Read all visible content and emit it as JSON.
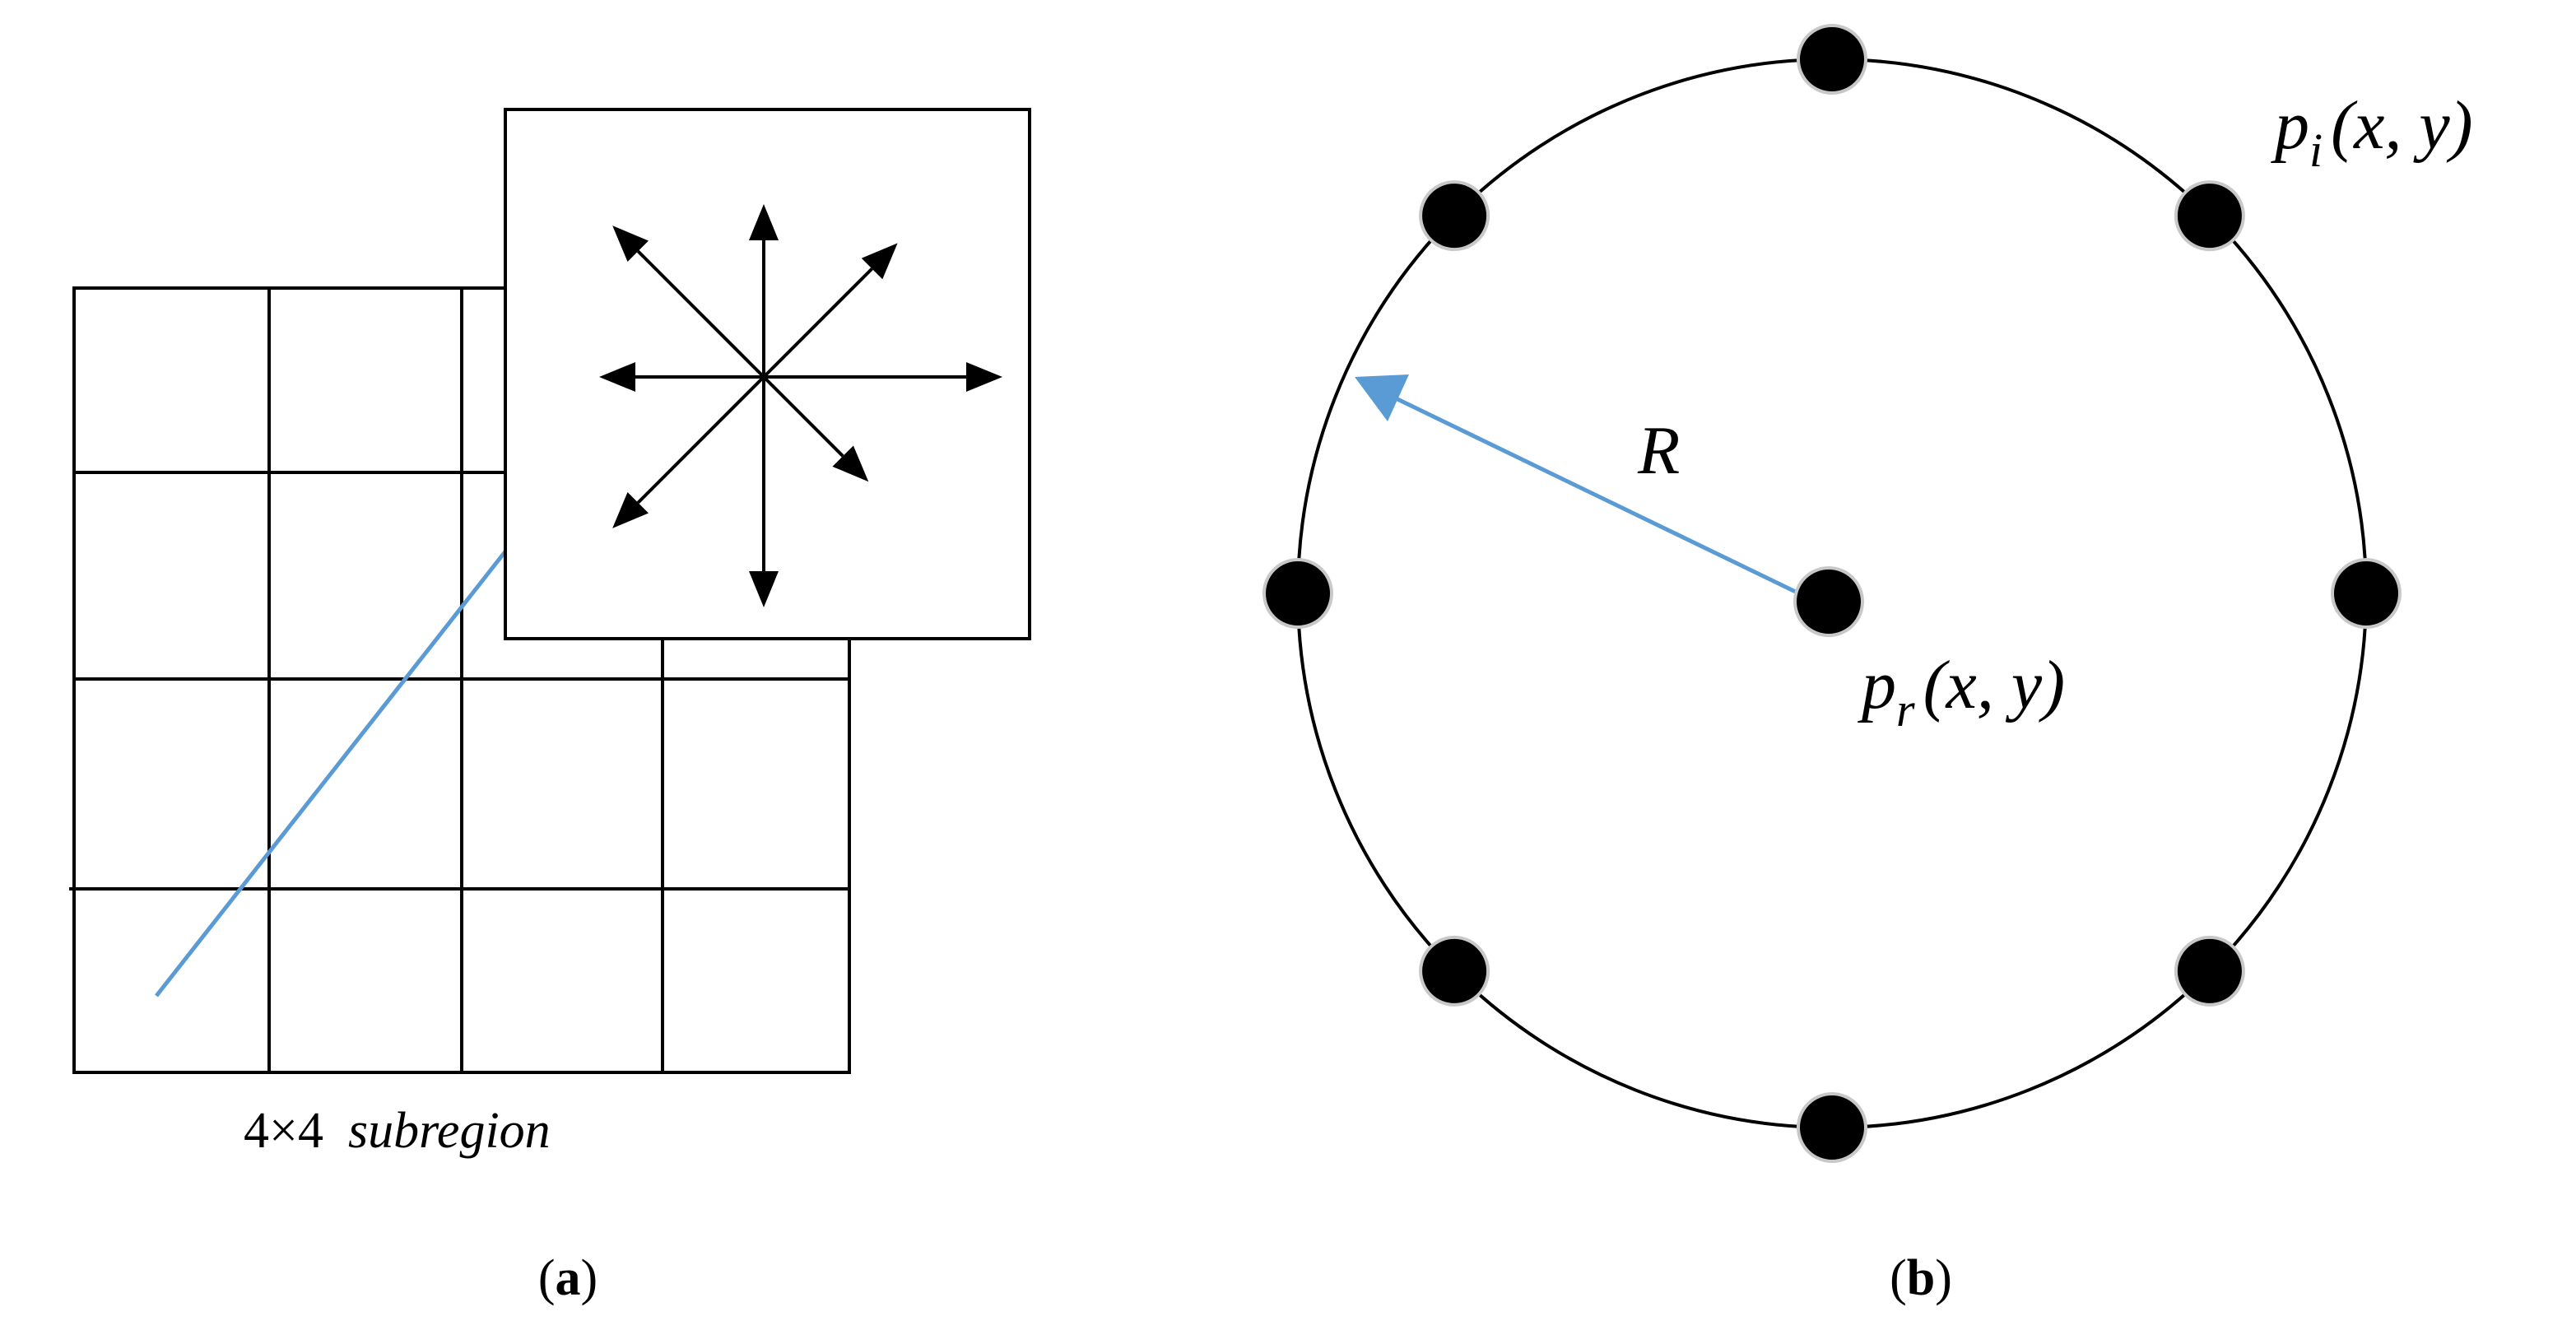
{
  "panel_a": {
    "grid_rows": 4,
    "grid_cols": 4,
    "histogram_directions": 8,
    "caption_number": "4×4",
    "caption_word": "subregion",
    "panel_label_open": "(",
    "panel_label_letter": "a",
    "panel_label_close": ")",
    "color_link": "#5b9bd5"
  },
  "panel_b": {
    "radius_label": "R",
    "center_label": {
      "p": "p",
      "sub": "r",
      "args": "(x, y)"
    },
    "neighbor_label": {
      "p": "p",
      "sub": "i",
      "args": "(x, y)"
    },
    "neighbor_count": 8,
    "panel_label_open": "(",
    "panel_label_letter": "b",
    "panel_label_close": ")",
    "color_radius": "#5b9bd5"
  }
}
